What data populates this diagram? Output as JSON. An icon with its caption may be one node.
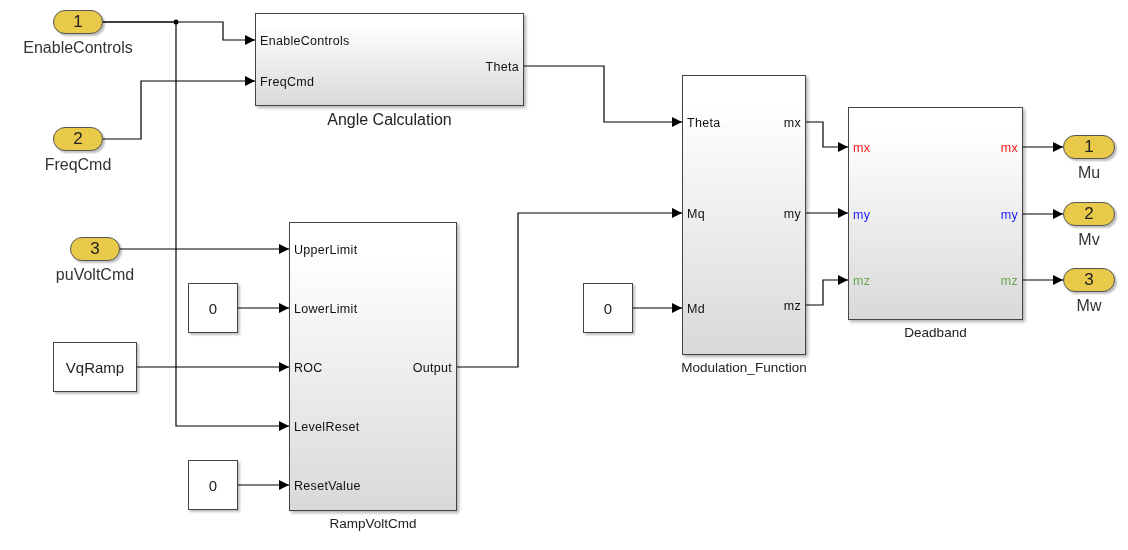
{
  "diagram": {
    "nodes": [
      {
        "text": [
          "1"
        ],
        "beside": [
          "EnableControls"
        ]
      },
      {
        "text": [
          "2"
        ],
        "beside": [
          "FreqCmd"
        ]
      },
      {
        "text": [
          "3"
        ],
        "beside": [
          "puVoltCmd"
        ]
      },
      {
        "text": [
          "0"
        ]
      },
      {
        "text": [
          "VqRamp"
        ]
      },
      {
        "text": [
          "0"
        ]
      },
      {
        "text": [
          "EnableControls",
          "FreqCmd",
          "Theta",
          "Angle Calculation"
        ]
      },
      {
        "text": [
          "UpperLimit",
          "LowerLimit",
          "ROC",
          "LevelReset",
          "ResetValue",
          "Output",
          "RampVoltCmd"
        ]
      },
      {
        "text": [
          "0"
        ]
      },
      {
        "text": [
          "Theta",
          "Mq",
          "Md",
          "mx",
          "my",
          "mz",
          "Modulation_Function"
        ]
      },
      {
        "text": [
          "mx",
          "my",
          "mz",
          "mx",
          "my",
          "mz",
          "Deadband"
        ]
      },
      {
        "text": [
          "1"
        ],
        "beside": [
          "Mu"
        ]
      },
      {
        "text": [
          "2"
        ],
        "beside": [
          "Mv"
        ]
      },
      {
        "text": [
          "3"
        ],
        "beside": [
          "Mw"
        ]
      }
    ],
    "edges": [
      {
        "from": 0,
        "to": 6,
        "arrow": "to"
      },
      {
        "from": 0,
        "to": 7,
        "arrow": "to"
      },
      {
        "from": 1,
        "to": 6,
        "arrow": "to"
      },
      {
        "from": 2,
        "to": 7,
        "arrow": "to"
      },
      {
        "from": 3,
        "to": 7,
        "arrow": "to"
      },
      {
        "from": 4,
        "to": 7,
        "arrow": "to"
      },
      {
        "from": 5,
        "to": 7,
        "arrow": "to"
      },
      {
        "from": 6,
        "to": 9,
        "arrow": "to"
      },
      {
        "from": 7,
        "to": 9,
        "arrow": "to"
      },
      {
        "from": 8,
        "to": 9,
        "arrow": "to"
      },
      {
        "from": 9,
        "to": 10,
        "arrow": "to"
      },
      {
        "from": 9,
        "to": 10,
        "arrow": "to"
      },
      {
        "from": 9,
        "to": 10,
        "arrow": "to"
      },
      {
        "from": 10,
        "to": 11,
        "arrow": "to"
      },
      {
        "from": 10,
        "to": 12,
        "arrow": "to"
      },
      {
        "from": 10,
        "to": 13,
        "arrow": "to"
      }
    ]
  }
}
